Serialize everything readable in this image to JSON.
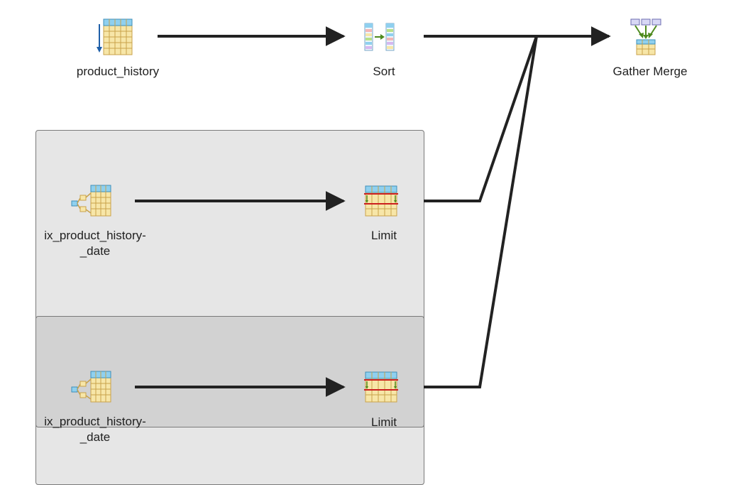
{
  "nodes": {
    "product_history": {
      "label": "product_history",
      "icon": "seq-scan-icon"
    },
    "sort": {
      "label": "Sort",
      "icon": "sort-icon"
    },
    "gather_merge": {
      "label": "Gather Merge",
      "icon": "gather-merge-icon"
    },
    "index_scan_1": {
      "label": "ix_product_history-\n_date",
      "icon": "index-scan-icon"
    },
    "limit_1": {
      "label": "Limit",
      "icon": "limit-icon"
    },
    "index_scan_2": {
      "label": "ix_product_history-\n_date",
      "icon": "index-scan-icon"
    },
    "limit_2": {
      "label": "Limit",
      "icon": "limit-icon"
    }
  },
  "colors": {
    "edge": "#222222",
    "group_outer": "#e6e6e6",
    "group_inner": "#d2d2d2",
    "table_header": "#8fd0ef",
    "table_body": "#f7e6a8",
    "limit_line": "#cc1f1f",
    "arrow_blue": "#1f5fa8",
    "arrow_green": "#4e8a1e"
  }
}
